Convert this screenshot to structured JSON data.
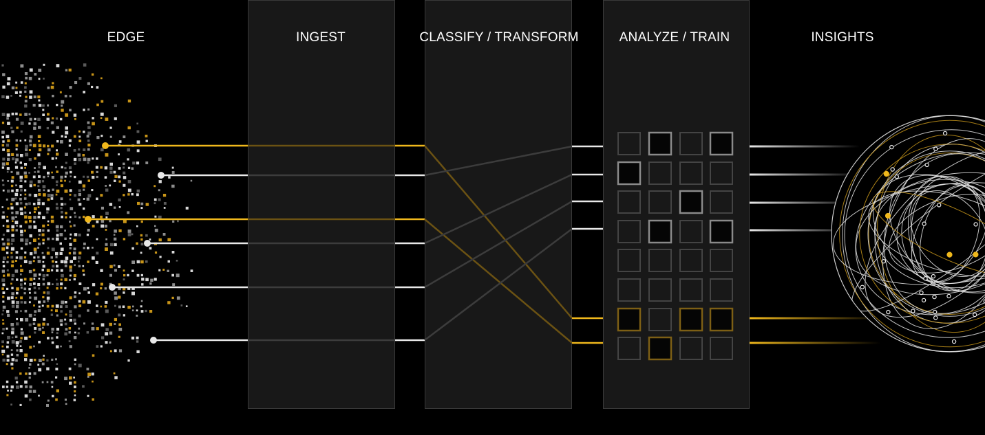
{
  "stages": [
    {
      "id": "edge",
      "label": "EDGE"
    },
    {
      "id": "ingest",
      "label": "INGEST"
    },
    {
      "id": "classify",
      "label": "CLASSIFY / TRANSFORM"
    },
    {
      "id": "analyze",
      "label": "ANALYZE / TRAIN"
    },
    {
      "id": "insights",
      "label": "INSIGHTS"
    }
  ],
  "colors": {
    "background": "#000000",
    "panel": "#181818",
    "panel_border": "#3a3a3a",
    "gold": "#f0b81c",
    "white": "#e8e8e8",
    "dim_gold": "#6b5213",
    "dim_gray": "#3c3c3c",
    "cell_border": "#444444"
  },
  "icons": {
    "edge_cloud": "scattered-data-dots-icon",
    "insights_globe": "wireframe-globe-icon"
  }
}
